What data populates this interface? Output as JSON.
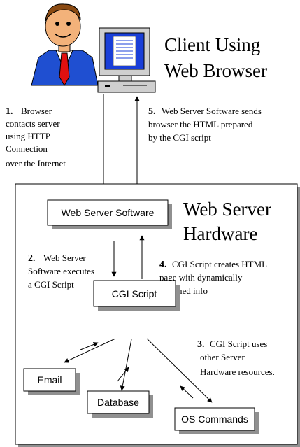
{
  "client": {
    "title_line1": "Client Using",
    "title_line2": "Web Browser"
  },
  "server": {
    "title_line1": "Web Server",
    "title_line2": "Hardware"
  },
  "boxes": {
    "web_server_software": "Web Server Software",
    "cgi_script": "CGI Script",
    "email": "Email",
    "database": "Database",
    "os_commands": "OS Commands"
  },
  "steps": {
    "s1_num": "1.",
    "s1_line1": "Browser",
    "s1_line2": "contacts server",
    "s1_line3": "using HTTP",
    "s1_line4": "Connection",
    "s1_line5": "over the Internet",
    "s2_num": "2.",
    "s2_line1": "Web Server",
    "s2_line2": "Software executes",
    "s2_line3": "a CGI Script",
    "s3_num": "3.",
    "s3_line1": "CGI Script uses",
    "s3_line2": "other Server",
    "s3_line3": "Hardware resources.",
    "s4_num": "4.",
    "s4_line1": "CGI Script creates HTML",
    "s4_line2": "page with dynamically",
    "s4_line3": "obtained info",
    "s5_num": "5.",
    "s5_line1": "Web Server Software sends",
    "s5_line2": "browser the HTML prepared",
    "s5_line3": "by the CGI script"
  },
  "colors": {
    "shadow": "#909090",
    "suit": "#1f4fd1",
    "tie": "#e01010",
    "skin": "#f3b27a",
    "hair": "#8a4a12",
    "monitor_body": "#cfcfcf",
    "screen": "#1a3fd8"
  }
}
